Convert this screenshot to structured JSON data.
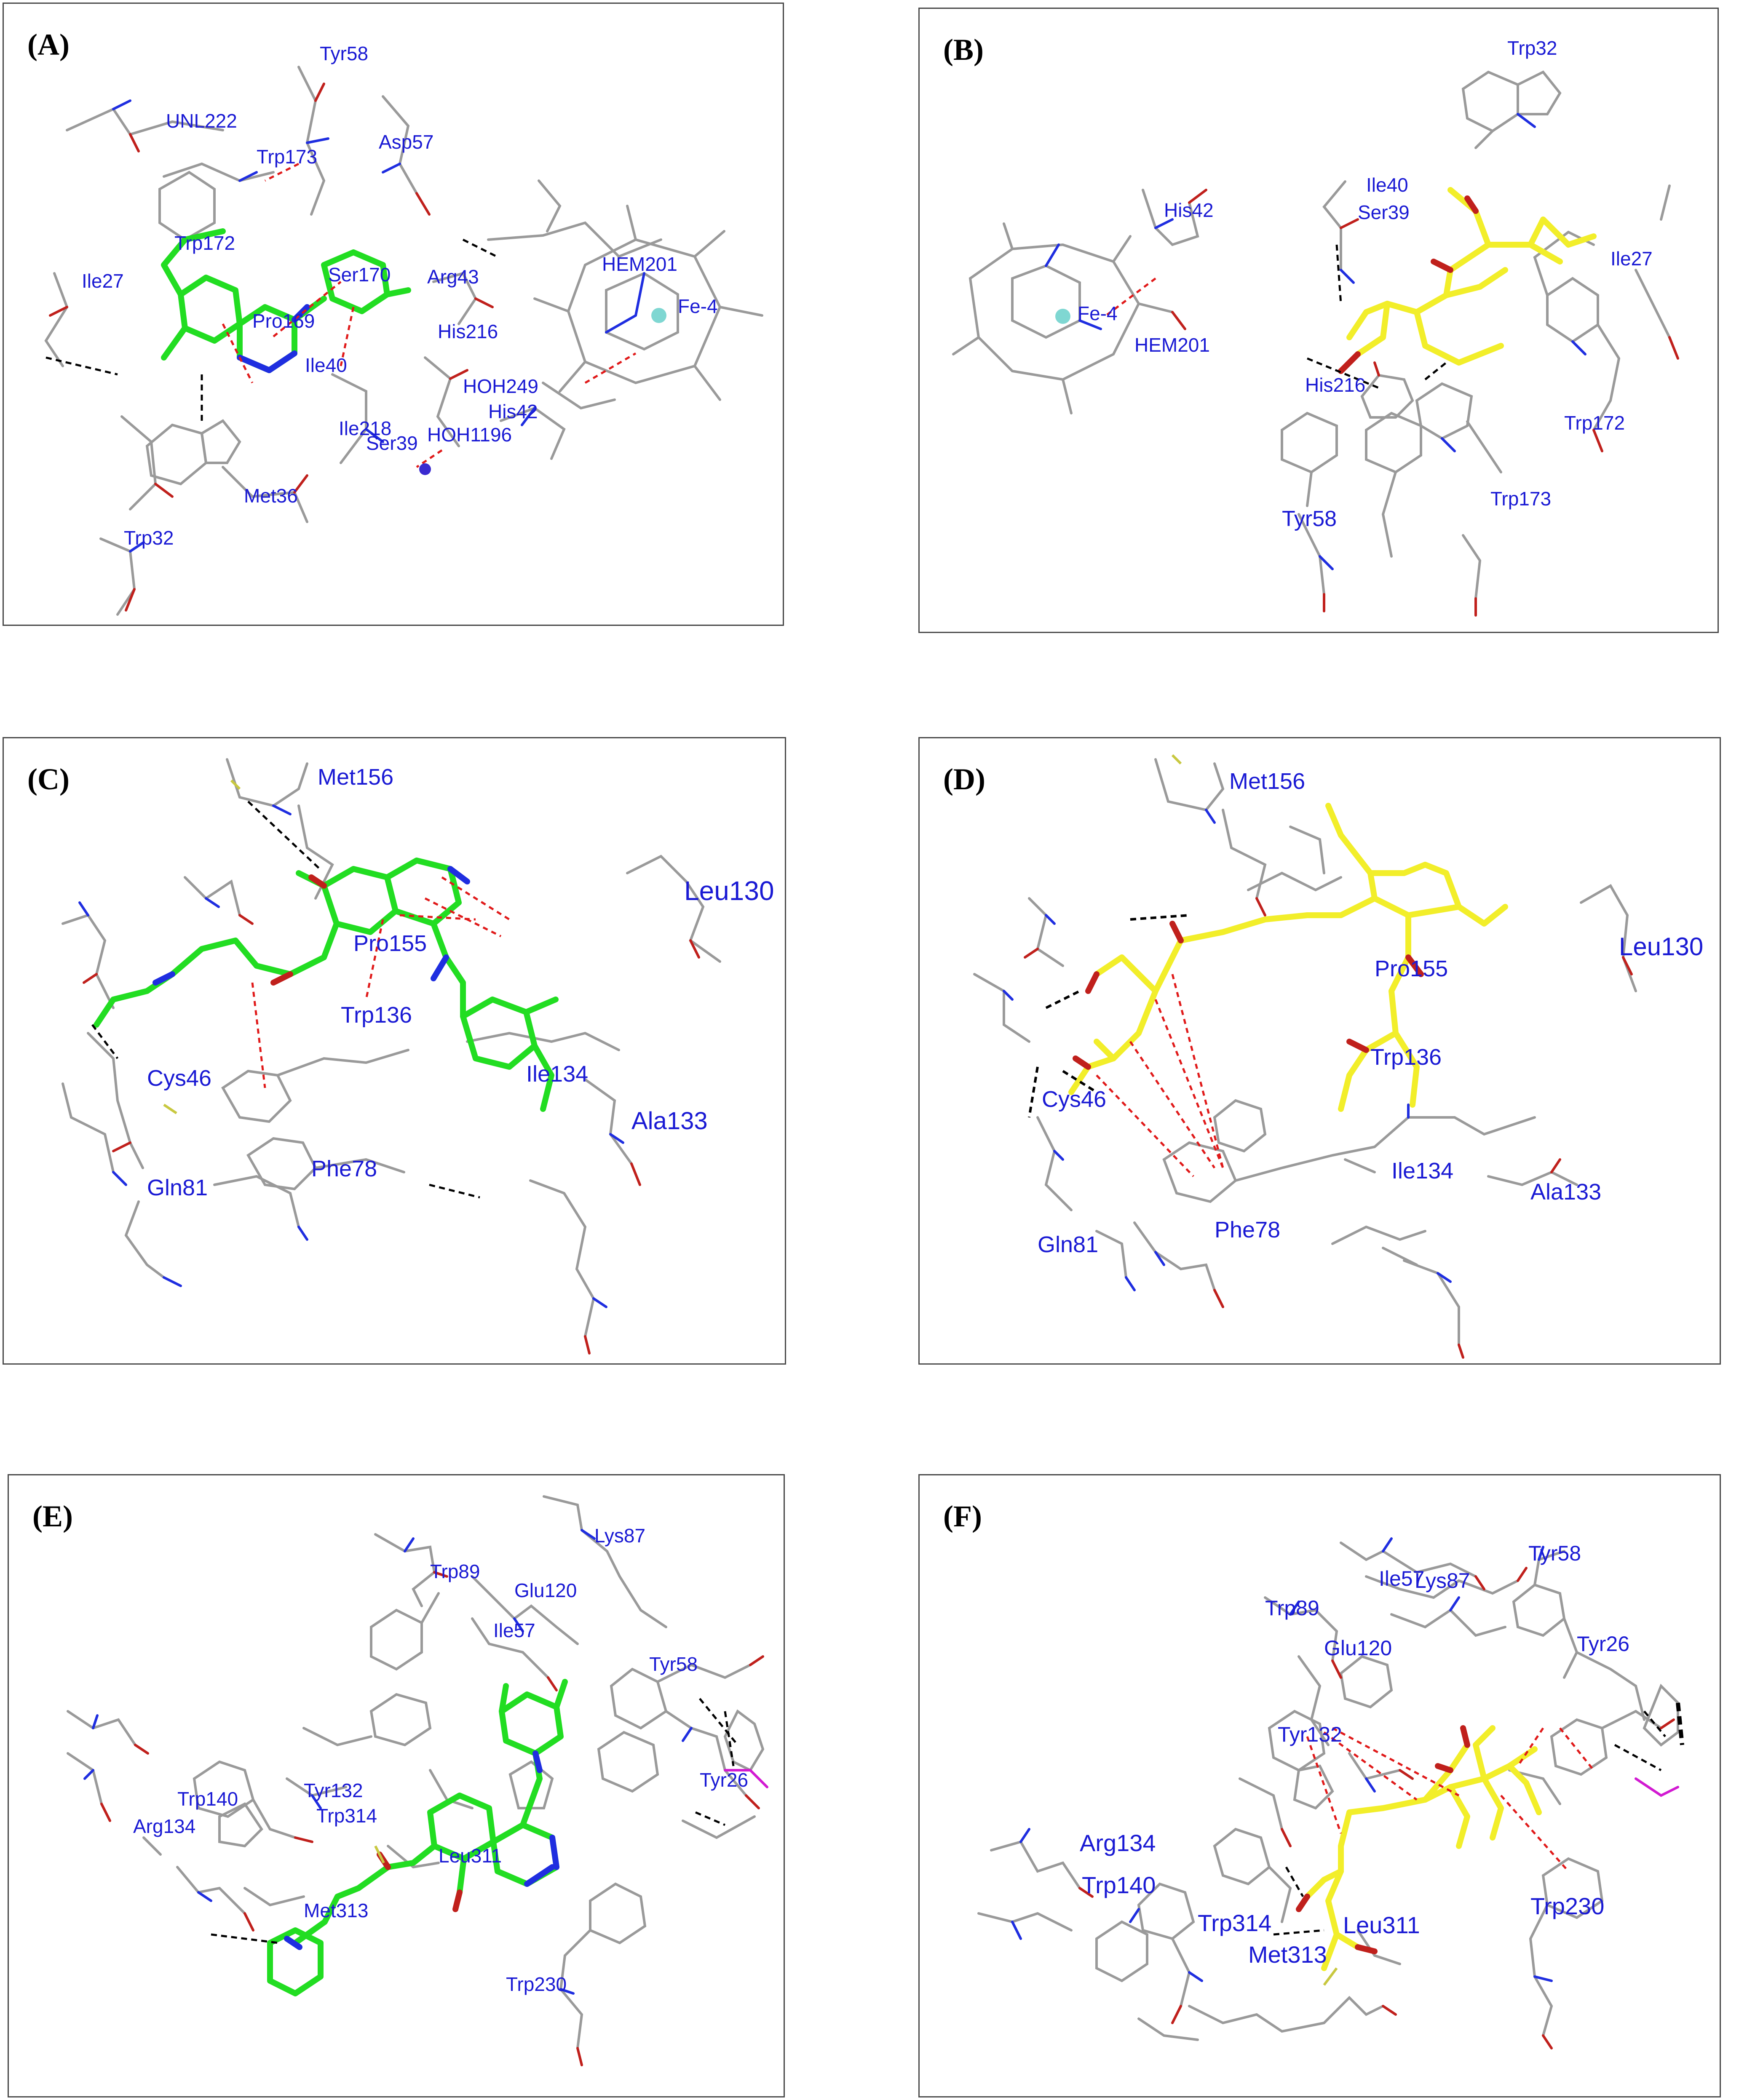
{
  "colors": {
    "carbon": "#9a9a9a",
    "nitrogen": "#1f2ee0",
    "oxygen": "#c0201c",
    "sulfur": "#c8c840",
    "ligand_green": "#22dd22",
    "ligand_yellow": "#f2ee2a",
    "label": "#1a1ad4",
    "hbond": "#000000",
    "pi_contact": "#e01a1a",
    "iron": "#7fd7d2",
    "phosphorus": "#d21ad2"
  },
  "panels": [
    {
      "letter": "(A)",
      "ligand": "green",
      "labels": [
        "Tyr58",
        "UNL222",
        "Asp57",
        "Trp173",
        "Trp172",
        "Ser170",
        "Arg43",
        "HEM201",
        "Fe-4",
        "Ile27",
        "Pro169",
        "His216",
        "Ile40",
        "HOH249",
        "His42",
        "Ile218",
        "Ser39",
        "HOH1196",
        "Met36",
        "Trp32"
      ]
    },
    {
      "letter": "(B)",
      "ligand": "yellow",
      "labels": [
        "Trp32",
        "Ile40",
        "Ser39",
        "His42",
        "Ile27",
        "Fe-4",
        "HEM201",
        "His216",
        "Trp172",
        "Tyr58",
        "Trp173"
      ]
    },
    {
      "letter": "(C)",
      "ligand": "green",
      "labels": [
        "Met156",
        "Leu130",
        "Pro155",
        "Trp136",
        "Cys46",
        "Ile134",
        "Ala133",
        "Phe78",
        "Gln81"
      ]
    },
    {
      "letter": "(D)",
      "ligand": "yellow",
      "labels": [
        "Met156",
        "Leu130",
        "Pro155",
        "Trp136",
        "Cys46",
        "Ile134",
        "Ala133",
        "Phe78",
        "Gln81"
      ]
    },
    {
      "letter": "(E)",
      "ligand": "green",
      "labels": [
        "Lys87",
        "Trp89",
        "Glu120",
        "Ile57",
        "Tyr58",
        "Tyr26",
        "Tyr132",
        "Trp140",
        "Trp314",
        "Arg134",
        "Leu311",
        "Met313",
        "Trp230"
      ]
    },
    {
      "letter": "(F)",
      "ligand": "yellow",
      "labels": [
        "Tyr58",
        "Ile57",
        "Lys87",
        "Trp89",
        "Glu120",
        "Tyr26",
        "Tyr132",
        "Arg134",
        "Trp230",
        "Trp140",
        "Trp314",
        "Leu311",
        "Met313"
      ]
    }
  ]
}
